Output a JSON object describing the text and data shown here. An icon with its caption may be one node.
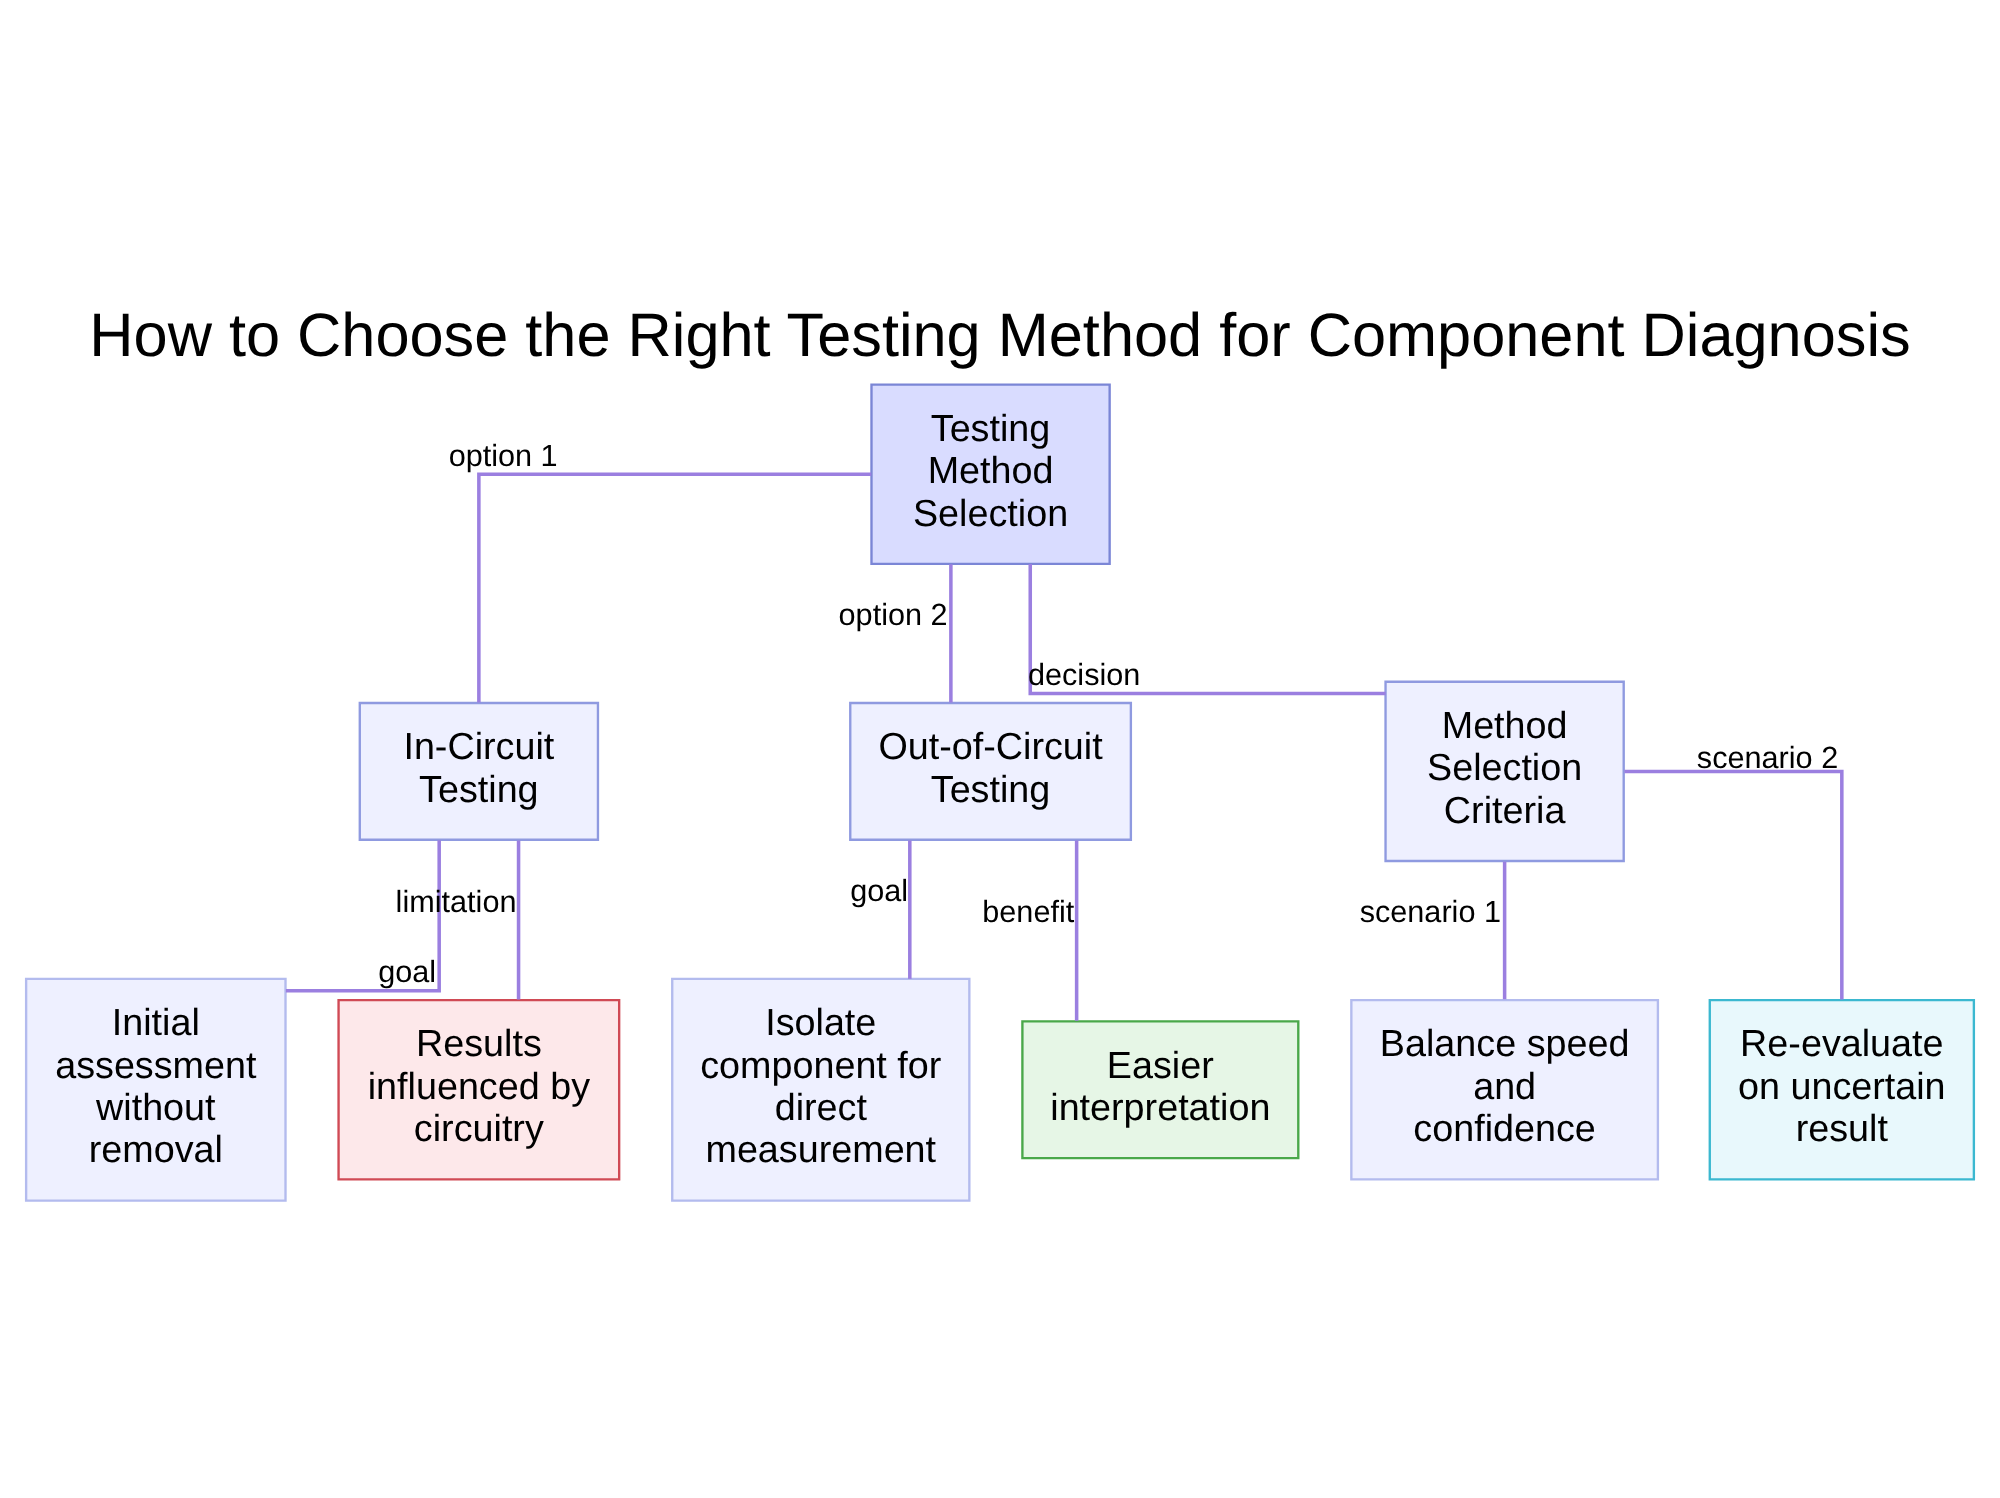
{
  "diagram": {
    "title": "How to Choose the Right Testing Method for Component Diagnosis",
    "nodes": [
      {
        "text": [
          "Testing Method Selection"
        ]
      },
      {
        "text": [
          "In-Circuit Testing"
        ]
      },
      {
        "text": [
          "Out-of-Circuit Testing"
        ]
      },
      {
        "text": [
          "Method Selection Criteria"
        ]
      },
      {
        "text": [
          "Initial assessment without removal"
        ]
      },
      {
        "text": [
          "Results influenced by circuitry"
        ]
      },
      {
        "text": [
          "Isolate component for direct measurement"
        ]
      },
      {
        "text": [
          "Easier interpretation"
        ]
      },
      {
        "text": [
          "Balance speed and confidence"
        ]
      },
      {
        "text": [
          "Re-evaluate on uncertain result"
        ]
      }
    ],
    "edges": [
      {
        "from": 0,
        "to": 1,
        "arrow": "none",
        "label": "option 1"
      },
      {
        "from": 0,
        "to": 2,
        "arrow": "none",
        "label": "option 2"
      },
      {
        "from": 0,
        "to": 3,
        "arrow": "none",
        "label": "decision"
      },
      {
        "from": 1,
        "to": 4,
        "arrow": "none",
        "label": "goal"
      },
      {
        "from": 1,
        "to": 5,
        "arrow": "none",
        "label": "limitation"
      },
      {
        "from": 2,
        "to": 6,
        "arrow": "none",
        "label": "goal"
      },
      {
        "from": 2,
        "to": 7,
        "arrow": "none",
        "label": "benefit"
      },
      {
        "from": 3,
        "to": 8,
        "arrow": "none",
        "label": "scenario 1"
      },
      {
        "from": 3,
        "to": 9,
        "arrow": "none",
        "label": "scenario 2"
      }
    ]
  }
}
